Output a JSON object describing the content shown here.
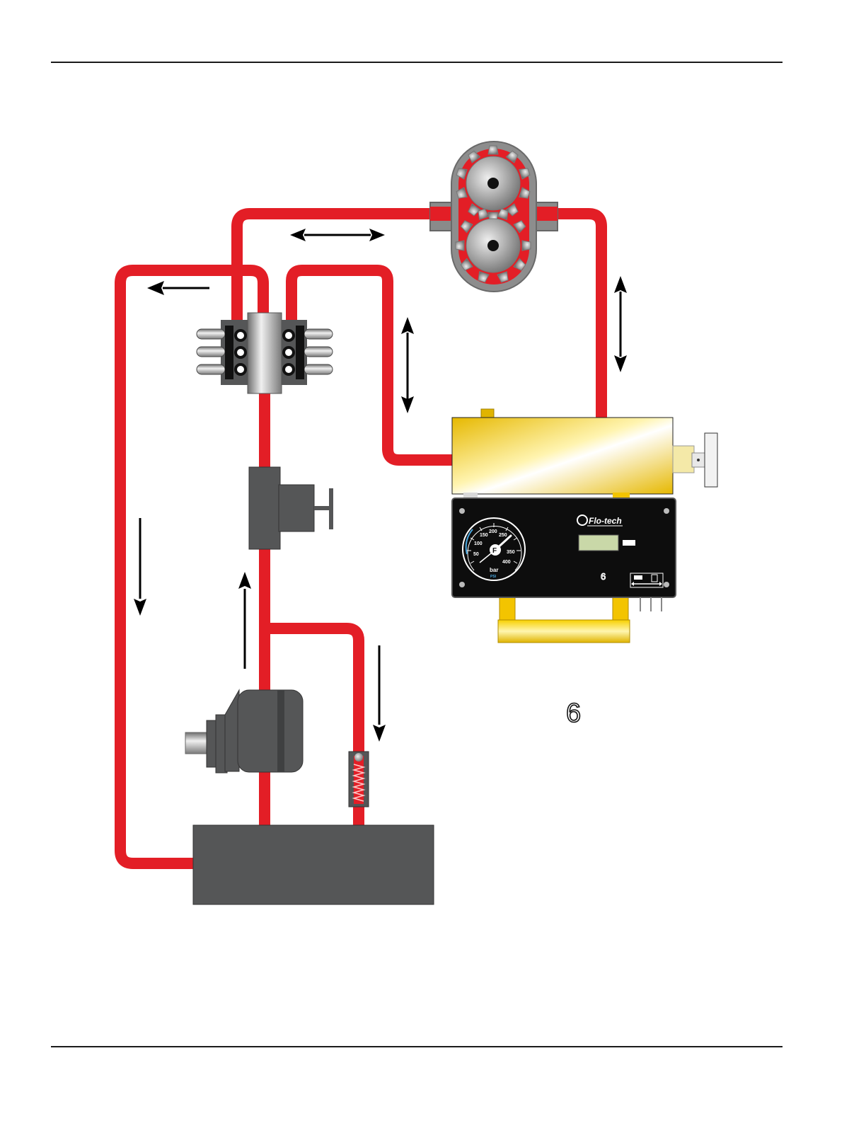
{
  "diagram": {
    "brand_label": "Flo-tech",
    "gauge": {
      "ticks": [
        "50",
        "100",
        "150",
        "200",
        "250",
        "350",
        "400"
      ],
      "unit": "bar",
      "unit_secondary": "PSI"
    },
    "panel_digit": "6",
    "figure_label": "6"
  },
  "colors": {
    "pipe": "#e31e26",
    "component_dark": "#555657",
    "tester_body": "#f3c400",
    "panel": "#0d0d0d",
    "arrow": "#000000"
  },
  "icons": [
    "gear-pump-icon",
    "directional-valve-icon",
    "relief-valve-icon",
    "motor-icon",
    "spring-check-valve-icon",
    "reservoir-icon",
    "flow-tester-icon",
    "pressure-gauge-icon",
    "loading-valve-handwheel-icon"
  ]
}
